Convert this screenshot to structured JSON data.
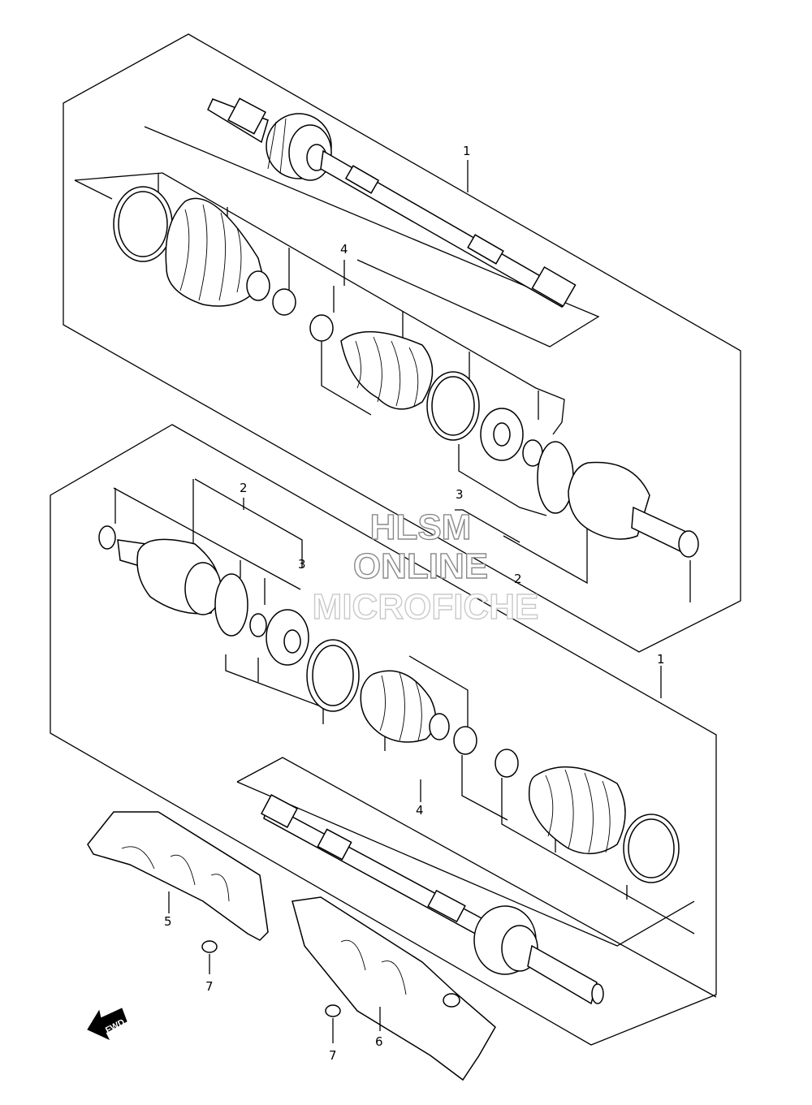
{
  "watermark": {
    "line1": "HLSM",
    "line2": "ONLINE",
    "line3": "MICROFICHE"
  },
  "fwd_label": "FWD",
  "callouts": {
    "upper_shaft": "1",
    "upper_boot_kit_outer": "4",
    "upper_boot_kit_inner": "3",
    "upper_joint": "2",
    "lower_joint": "2",
    "lower_boot_kit_inner": "3",
    "lower_shaft": "1",
    "lower_boot_kit_outer": "4",
    "shield_left": "5",
    "shield_right": "6",
    "bolt_left": "7",
    "bolt_right": "7"
  }
}
